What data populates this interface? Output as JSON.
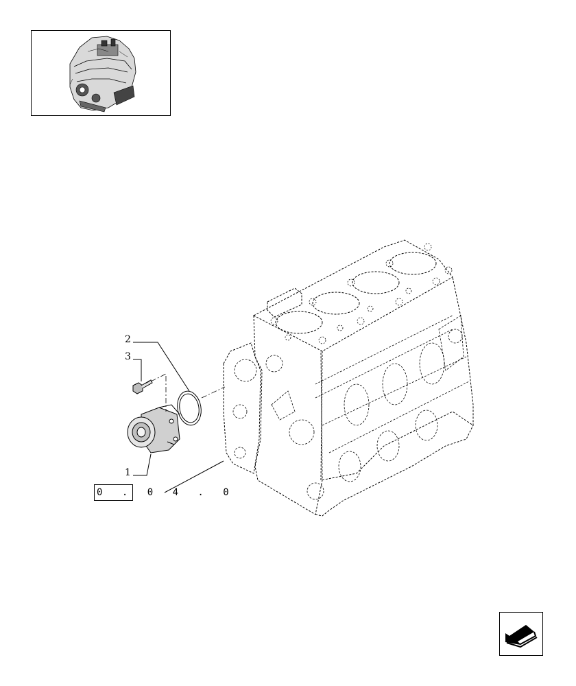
{
  "callouts": [
    {
      "id": "1",
      "label": "1"
    },
    {
      "id": "2",
      "label": "2"
    },
    {
      "id": "3",
      "label": "3"
    }
  ],
  "reference": {
    "code": "0.04.0"
  },
  "thumbnail": {
    "icon": "engine-thumbnail-icon"
  },
  "navigation": {
    "icon": "previous-page-arrow-icon"
  },
  "colors": {
    "line": "#000000",
    "background": "#ffffff"
  }
}
